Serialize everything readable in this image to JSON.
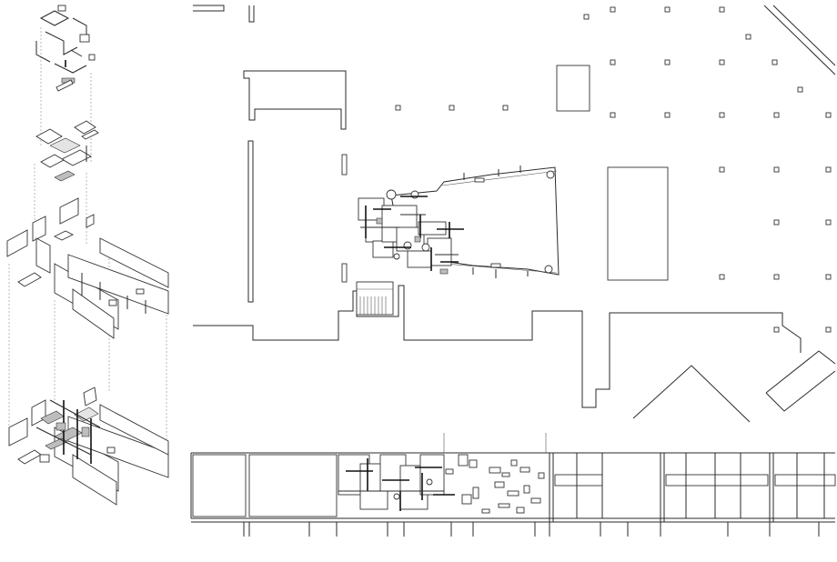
{
  "drawing": {
    "background_color": "#ffffff",
    "line_color": "#2a2a2a",
    "panels": [
      "exploded-axonometric-stack",
      "site-plan",
      "section-elevation"
    ]
  }
}
